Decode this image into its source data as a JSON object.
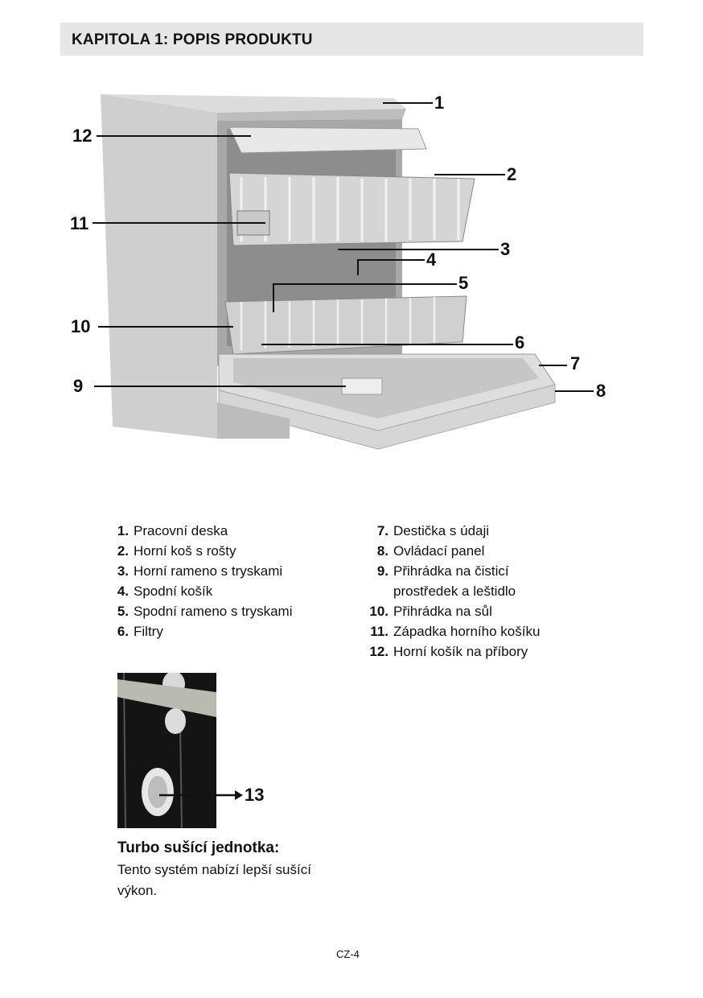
{
  "header": {
    "title": "KAPITOLA 1:  POPIS PRODUKTU"
  },
  "diagram": {
    "callouts": [
      "1",
      "2",
      "3",
      "4",
      "5",
      "6",
      "7",
      "8",
      "9",
      "10",
      "11",
      "12"
    ]
  },
  "parts_left": [
    {
      "num": "1.",
      "label": "Pracovní deska"
    },
    {
      "num": "2.",
      "label": "Horní koš s rošty"
    },
    {
      "num": "3.",
      "label": "Horní rameno s tryskami"
    },
    {
      "num": "4.",
      "label": "Spodní košík"
    },
    {
      "num": "5.",
      "label": "Spodní rameno s tryskami"
    },
    {
      "num": "6.",
      "label": "Filtry"
    }
  ],
  "parts_right": [
    {
      "num": "7.",
      "label": "Destička s údaji"
    },
    {
      "num": "8.",
      "label": "Ovládací panel"
    },
    {
      "num": "9.",
      "label": "Přihrádka na čisticí",
      "label2": "prostředek a leštidlo"
    },
    {
      "num": "10.",
      "label": "Přihrádka na sůl"
    },
    {
      "num": "11.",
      "label": "Západka horního košíku"
    },
    {
      "num": "12.",
      "label": "Horní košík na příbory"
    }
  ],
  "turbo": {
    "callout": "13",
    "title": "Turbo sušící jednotka:",
    "description": "Tento systém nabízí lepší sušící výkon."
  },
  "footer": {
    "page": "CZ-4"
  }
}
